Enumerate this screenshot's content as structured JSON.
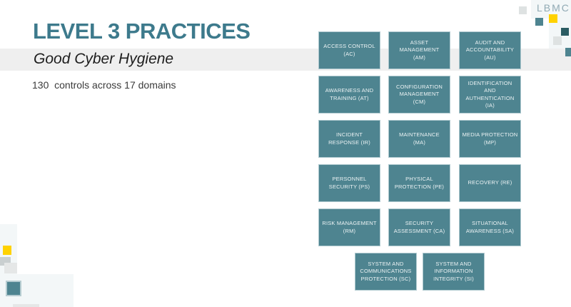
{
  "slide": {
    "title": "LEVEL 3 PRACTICES",
    "subtitle": "Good Cyber Hygiene",
    "description": "130  controls across 17 domains"
  },
  "logo": {
    "text": "LBMC"
  },
  "domains": {
    "items": [
      {
        "code": "AC",
        "label": "ACCESS CONTROL\n(AC)"
      },
      {
        "code": "AM",
        "label": "ASSET\nMANAGEMENT\n(AM)"
      },
      {
        "code": "AU",
        "label": "AUDIT AND\nACCOUNTABILITY\n(AU)"
      },
      {
        "code": "AT",
        "label": "AWARENESS AND\nTRAINING (AT)"
      },
      {
        "code": "CM",
        "label": "CONFIGURATION\nMANAGEMENT\n(CM)"
      },
      {
        "code": "IA",
        "label": "IDENTIFICATION\nAND\nAUTHENTICATION\n(IA)"
      },
      {
        "code": "IR",
        "label": "INCIDENT\nRESPONSE (IR)"
      },
      {
        "code": "MA",
        "label": "MAINTENANCE\n(MA)"
      },
      {
        "code": "MP",
        "label": "MEDIA PROTECTION\n(MP)"
      },
      {
        "code": "PS",
        "label": "PERSONNEL\nSECURITY (PS)"
      },
      {
        "code": "PE",
        "label": "PHYSICAL\nPROTECTION (PE)"
      },
      {
        "code": "RE",
        "label": "RECOVERY (RE)"
      },
      {
        "code": "RM",
        "label": "RISK MANAGEMENT\n(RM)"
      },
      {
        "code": "CA",
        "label": "SECURITY\nASSESSMENT (CA)"
      },
      {
        "code": "SA",
        "label": "SITUATIONAL\nAWARENESS (SA)"
      },
      {
        "code": "SC",
        "label": "SYSTEM AND\nCOMMUNICATIONS\nPROTECTION (SC)"
      },
      {
        "code": "SI",
        "label": "SYSTEM AND\nINFORMATION\nINTEGRITY (SI)"
      }
    ]
  },
  "colors": {
    "teal": "#4E8490",
    "dark_teal": "#2B5C63",
    "yellow": "#FFD200",
    "title_teal": "#3D7A8C",
    "band_gray": "#EFEFEF",
    "box_border": "#AFC9CF",
    "logo_gray": "#90AAB4"
  }
}
